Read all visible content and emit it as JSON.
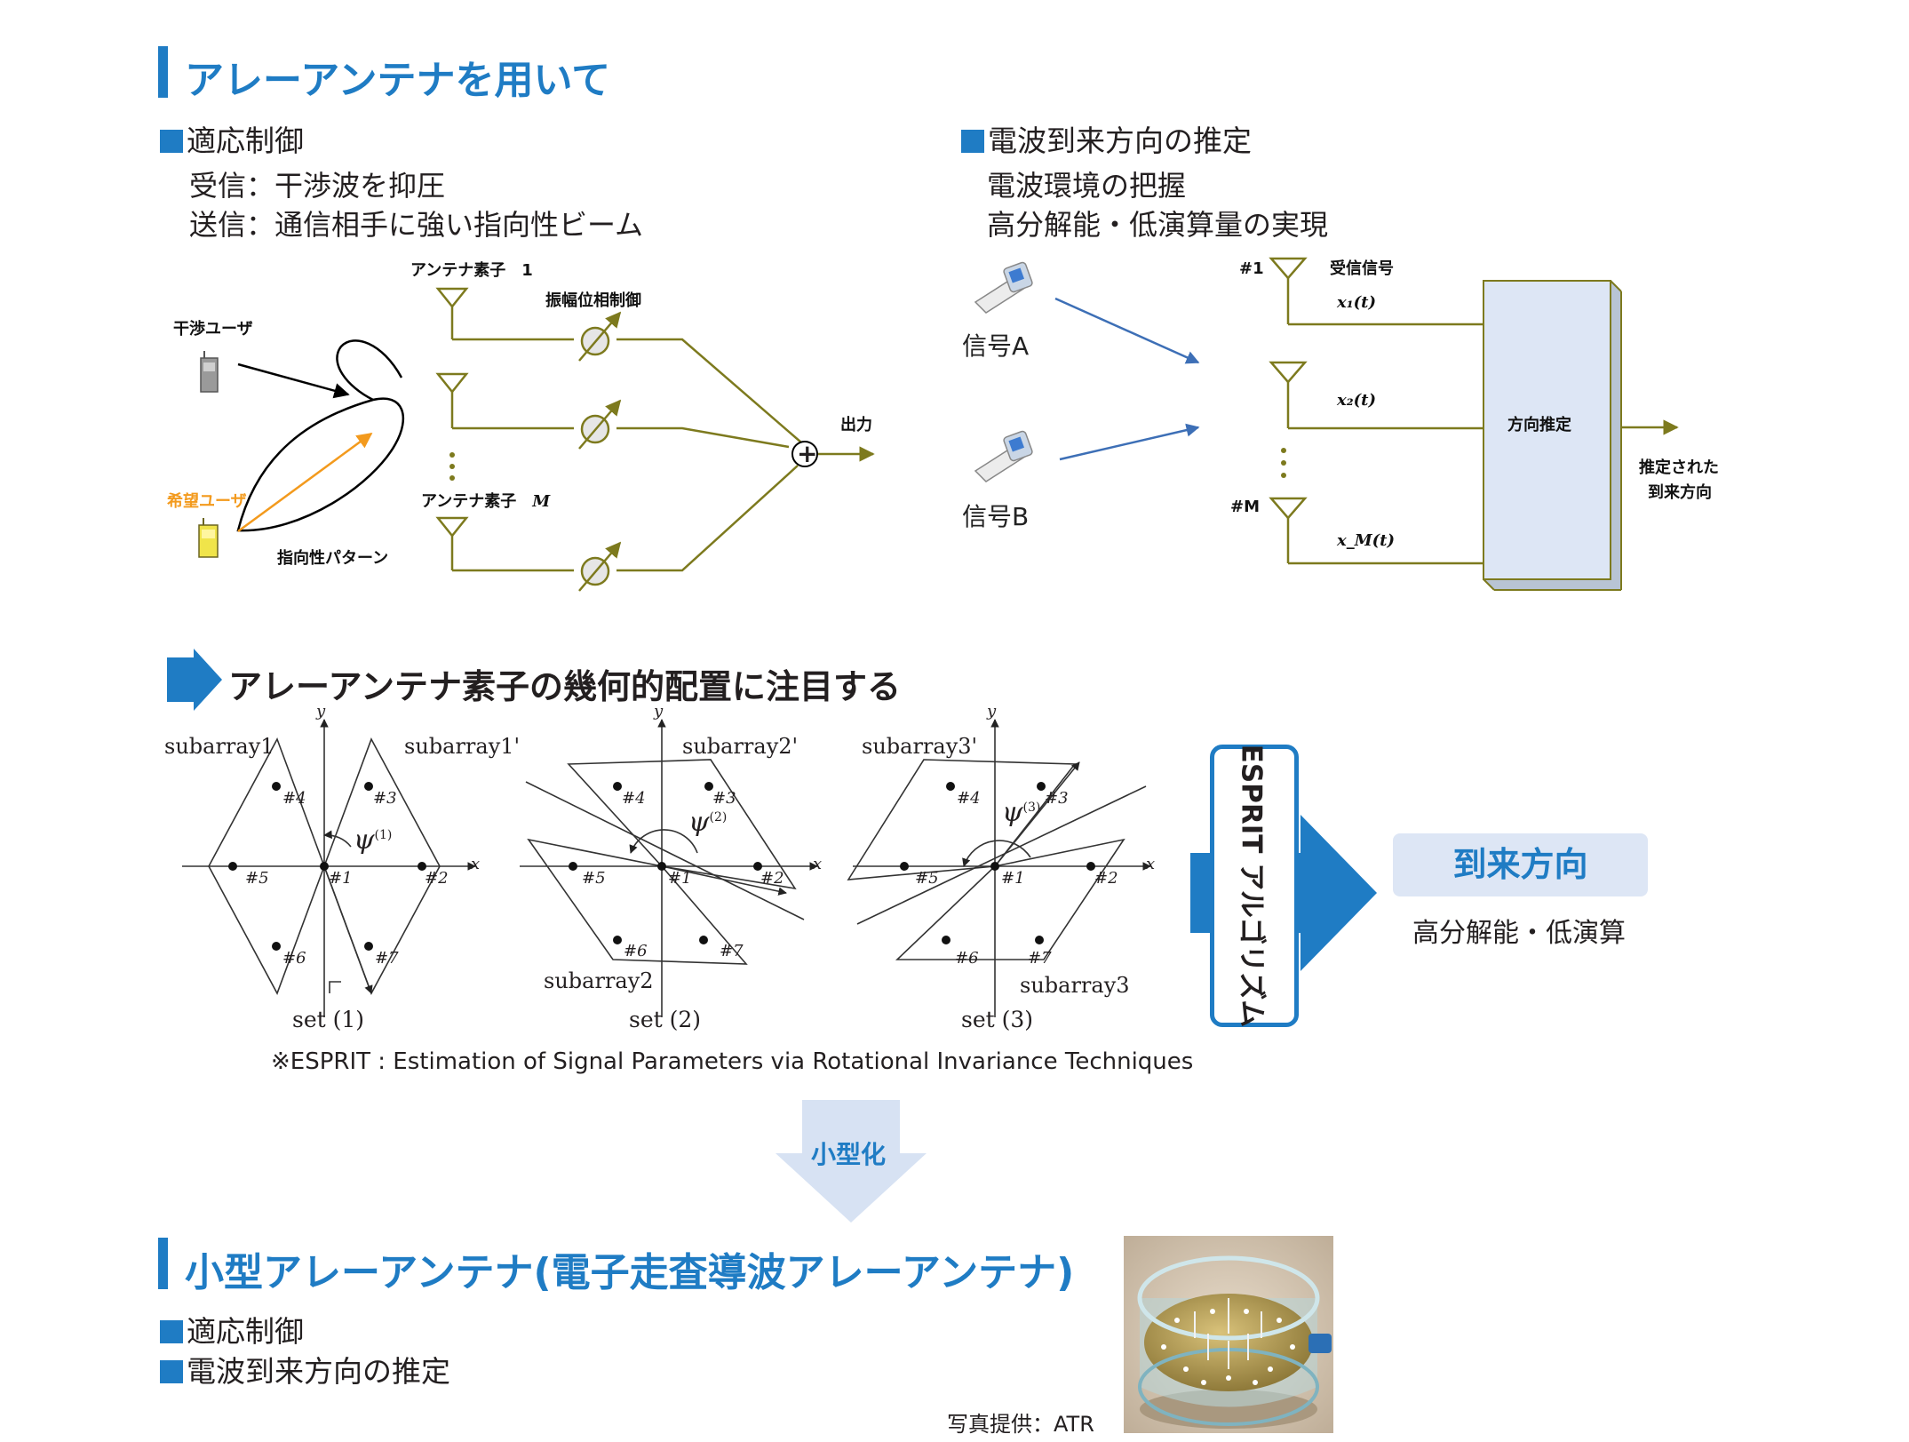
{
  "colors": {
    "accent": "#1f7cc4",
    "olive": "#7d7a1e",
    "arrow_blue": "#3d6fb6",
    "desired_orange": "#f39a1d",
    "box_fill": "#dde6f5"
  },
  "section1": {
    "title": "アレーアンテナを用いて"
  },
  "adaptive": {
    "heading": "適応制御",
    "line1": "受信：干渉波を抑圧",
    "line2": "送信：通信相手に強い指向性ビーム"
  },
  "doa": {
    "heading": "電波到来方向の推定",
    "line1": "電波環境の把握",
    "line2": "高分解能・低演算量の実現"
  },
  "diagram1": {
    "interferer": "干渉ユーザ",
    "desired": "希望ユーザ",
    "pattern": "指向性パターン",
    "element1": "アンテナ素子　1",
    "elementM": "アンテナ素子　",
    "elementM_var": "M",
    "weight": "振幅位相制御",
    "output": "出力",
    "plus": "+"
  },
  "diagram2": {
    "signalA": "信号A",
    "signalB": "信号B",
    "ant1": "#1",
    "antM": "#M",
    "received": "受信信号",
    "x1": "x₁(t)",
    "x2": "x₂(t)",
    "xM": "x_M(t)",
    "block": "方向推定",
    "result_line1": "推定された",
    "result_line2": "到来方向"
  },
  "section2": {
    "title": "アレーアンテナ素子の幾何的配置に注目する"
  },
  "geo": {
    "axis_x": "x",
    "axis_y": "y",
    "set1": {
      "caption": "set (1)",
      "sub_a": "subarray1",
      "sub_b": "subarray1'",
      "psi": "ψ",
      "psi_sup": "(1)"
    },
    "set2": {
      "caption": "set (2)",
      "sub_a": "subarray2",
      "sub_b": "subarray2'",
      "psi": "ψ",
      "psi_sup": "(2)"
    },
    "set3": {
      "caption": "set (3)",
      "sub_a": "subarray3",
      "sub_b": "subarray3'",
      "psi": "ψ",
      "psi_sup": "(3)"
    },
    "nodes": [
      "#1",
      "#2",
      "#3",
      "#4",
      "#5",
      "#6",
      "#7"
    ]
  },
  "esprit": {
    "label": "ESPRIT アルゴリズム"
  },
  "result": {
    "box": "到来方向",
    "sub": "高分解能・低演算"
  },
  "footnote": "※ESPRIT : Estimation of Signal Parameters via Rotational Invariance Techniques",
  "down_label": "小型化",
  "section3": {
    "title": "小型アレーアンテナ(電子走査導波アレーアンテナ)",
    "item1": "適応制御",
    "item2": "電波到来方向の推定"
  },
  "credit": "写真提供：ATR"
}
